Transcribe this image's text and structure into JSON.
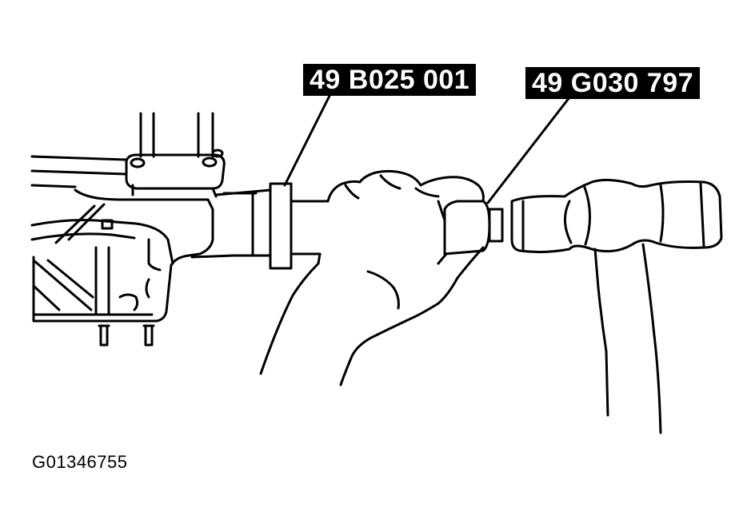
{
  "labels": {
    "tool_a": "49 B025 001",
    "tool_b": "49 G030 797"
  },
  "figure_id": "G01346755"
}
